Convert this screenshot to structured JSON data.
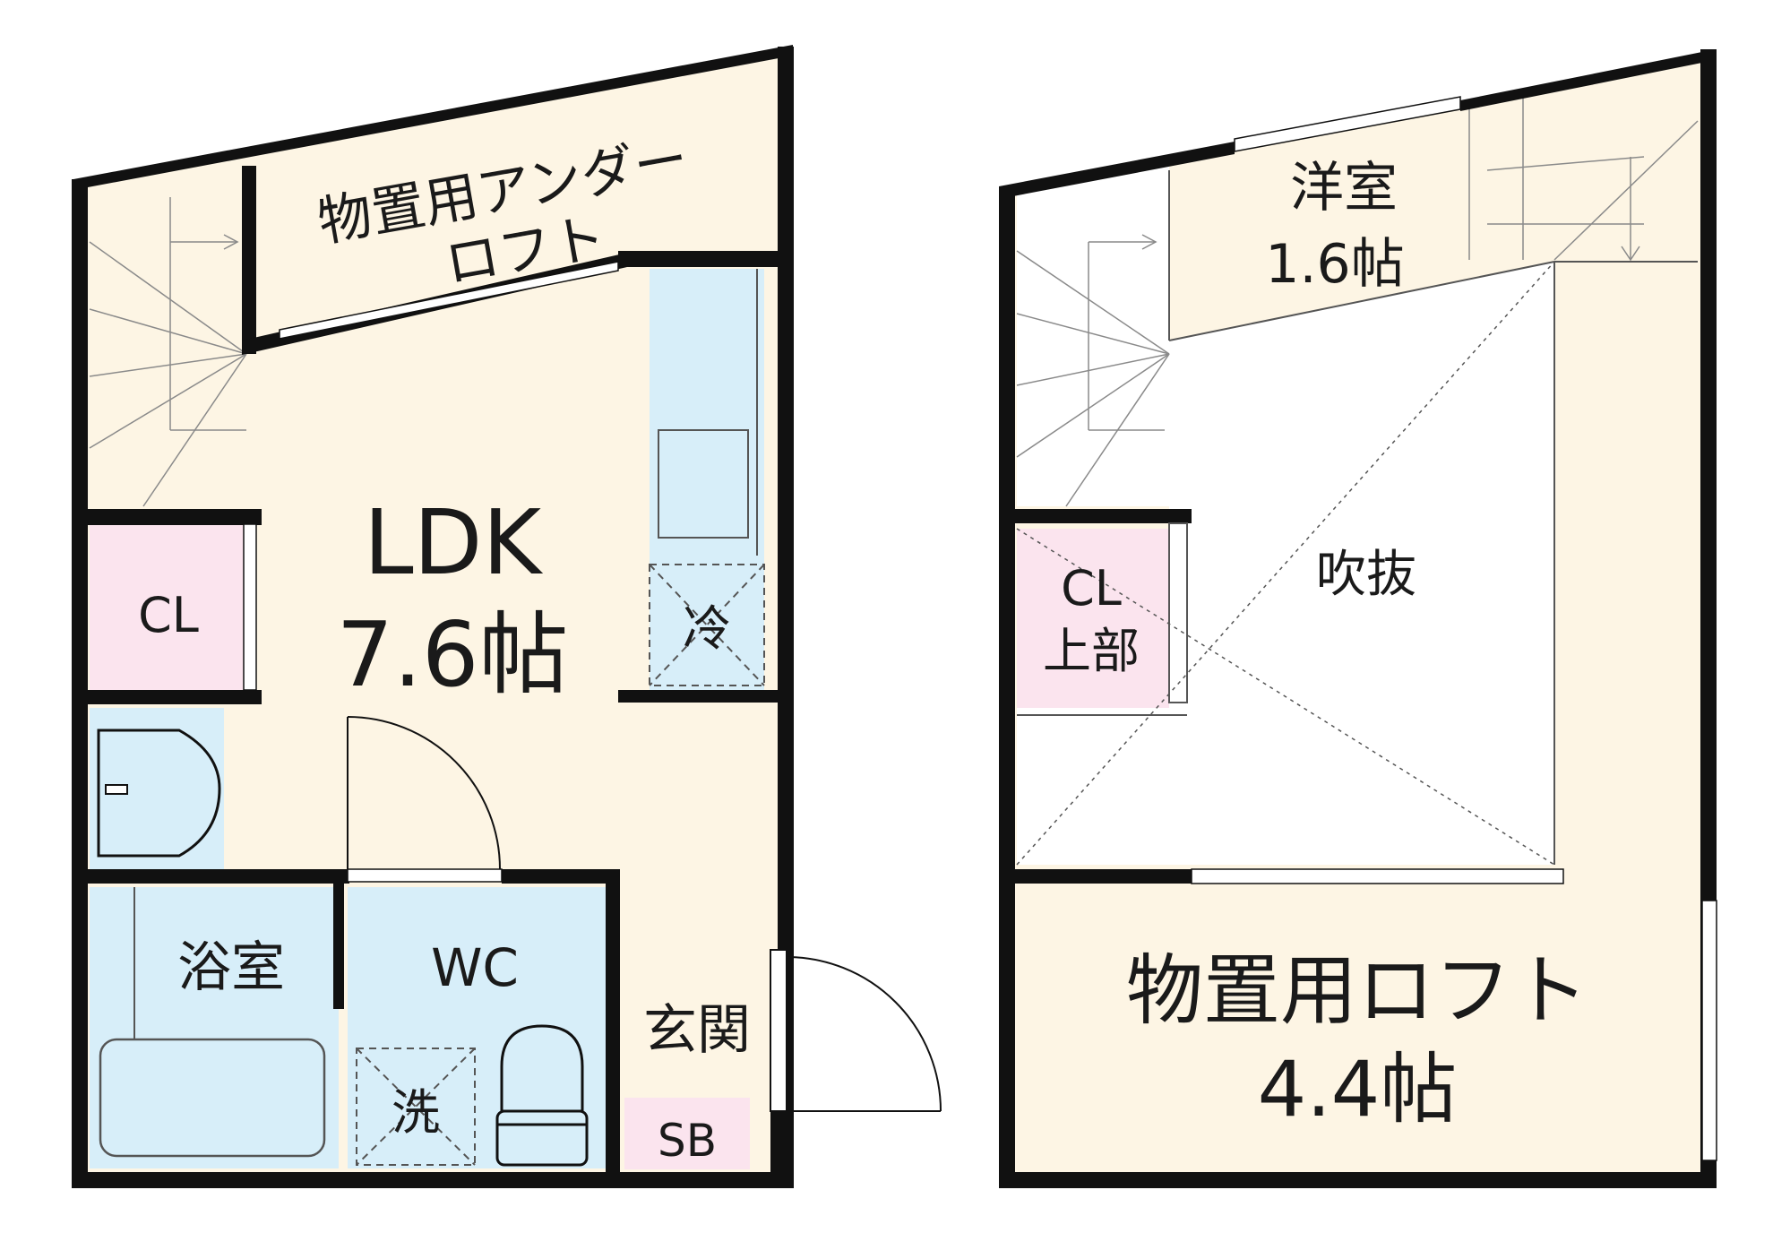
{
  "colors": {
    "wall": "#111111",
    "floor_cream": "#fdf5e4",
    "wet_blue": "#d7eef9",
    "closet_pink": "#fbe4ee",
    "void_white": "#ffffff",
    "window_frame": "#ffffff"
  },
  "floor1": {
    "under_loft_line1": "物置用アンダー",
    "under_loft_line2": "ロフト",
    "ldk_name": "LDK",
    "ldk_size": "7.6帖",
    "closet": "CL",
    "fridge": "冷",
    "bath": "浴室",
    "toilet": "WC",
    "washer": "洗",
    "entrance": "玄関",
    "shoe_box": "SB"
  },
  "floor2": {
    "room_name": "洋室",
    "room_size": "1.6帖",
    "void": "吹抜",
    "closet_upper_line1": "CL",
    "closet_upper_line2": "上部",
    "loft_name": "物置用ロフト",
    "loft_size": "4.4帖"
  }
}
